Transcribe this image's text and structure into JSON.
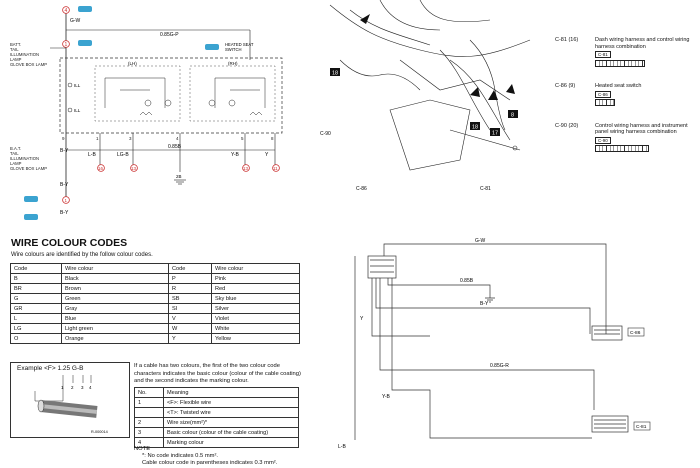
{
  "schematic": {
    "top_wire": "G-W",
    "wire_top_right": "0.85G-P",
    "left_note_top": [
      "BATT.",
      "TAIL",
      "ILLUMINATION",
      "LAMP",
      "GLOVE BOX LAMP"
    ],
    "left_note_bottom": [
      "B.A.T.",
      "TAIL",
      "ILLUMINATION",
      "LAMP",
      "GLOVE BOX LAMP"
    ],
    "switch_title": [
      "HEATED SEAT",
      "SWITCH"
    ],
    "sw_left_label": "(LH)",
    "sw_right_label": "(RH)",
    "ill_labels": [
      "ILL",
      "ILL"
    ],
    "bottom_wires": [
      "L-B",
      "LG-B",
      "0.85B",
      "Y-B",
      "Y"
    ],
    "pin_numbers": [
      "1",
      "3",
      "4",
      "5",
      "8",
      "9"
    ],
    "bottom_left_wire": "B-Y",
    "bottom_left_wire2": "B-Y",
    "ground_label": "2B",
    "connector_tag": "C-86",
    "connector_tag2": "C-86",
    "connector_tag3": "C-90",
    "circles": [
      "4",
      "1",
      "16",
      "13",
      "13",
      "11",
      "1"
    ]
  },
  "locator": {
    "callouts": [
      "18",
      "18",
      "17",
      "8"
    ],
    "connector_labels": [
      "C-90",
      "C-86",
      "C-81"
    ],
    "connectors": [
      {
        "code": "C-81 (16)",
        "desc": "Dash wiring harness and control wiring harness combination",
        "tag": "C-81"
      },
      {
        "code": "C-86 (9)",
        "desc": "Heated seat switch",
        "tag": "C-86"
      },
      {
        "code": "C-90 (20)",
        "desc": "Control wiring harness and instrument panel wiring harness combination",
        "tag": "C-90"
      }
    ]
  },
  "colour_codes": {
    "title": "WIRE COLOUR CODES",
    "subtitle": "Wire colours are identified by the follow colour codes.",
    "headers": [
      "Code",
      "Wire colour",
      "Code",
      "Wire colour"
    ],
    "rows": [
      [
        "B",
        "Black",
        "P",
        "Pink"
      ],
      [
        "BR",
        "Brown",
        "R",
        "Red"
      ],
      [
        "G",
        "Green",
        "SB",
        "Sky blue"
      ],
      [
        "GR",
        "Gray",
        "SI",
        "Silver"
      ],
      [
        "L",
        "Blue",
        "V",
        "Violet"
      ],
      [
        "LG",
        "Light green",
        "W",
        "White"
      ],
      [
        "O",
        "Orange",
        "Y",
        "Yellow"
      ]
    ]
  },
  "example": {
    "text": "Example <F> 1.25 G-B",
    "numbers": [
      "1",
      "2",
      "3",
      "4"
    ],
    "figure_id": "R-000014"
  },
  "explanation": {
    "text": "If a cable has two colours, the first of the two colour code characters indicates the basic colour (colour of the cable coating) and the second indicates the marking colour.",
    "headers": [
      "No.",
      "Meaning"
    ],
    "rows": [
      [
        "1",
        "<F>: Flexible wire"
      ],
      [
        "",
        "<T>: Twisted wire"
      ],
      [
        "2",
        "Wire size(mm²)*"
      ],
      [
        "3",
        "Basic colour (colour of the cable coating)"
      ],
      [
        "4",
        "Marking colour"
      ]
    ],
    "note_title": "NOTE",
    "note_lines": [
      "*: No code indicates 0.5 mm².",
      "Cable colour code in parentheses indicates 0.3 mm²."
    ]
  },
  "harness": {
    "labels": [
      "G-W",
      "0.85B",
      "B-Y",
      "Y",
      "0.85G-R",
      "Y-B",
      "L-B"
    ],
    "tags": [
      "C-86",
      "C-81"
    ]
  }
}
